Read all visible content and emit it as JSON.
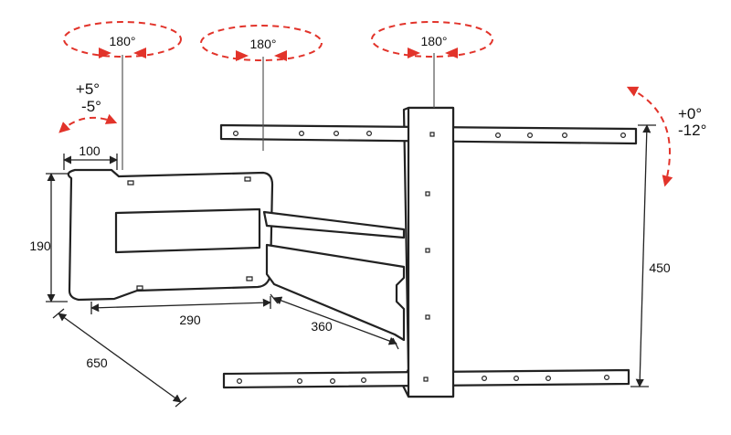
{
  "rotation": {
    "swivel_1": "180°",
    "swivel_2": "180°",
    "swivel_3": "180°",
    "arm_tilt_up": "+5°",
    "arm_tilt_down": "-5°",
    "tilt_up": "+0°",
    "tilt_down": "-12°"
  },
  "dimensions": {
    "wall_plate_width": "100",
    "wall_plate_height": "190",
    "arm_1_length": "290",
    "arm_2_length": "360",
    "max_extension": "650",
    "vesa_height": "450"
  },
  "colors": {
    "rotation_indicator": "#e2332a",
    "line": "#222222"
  }
}
